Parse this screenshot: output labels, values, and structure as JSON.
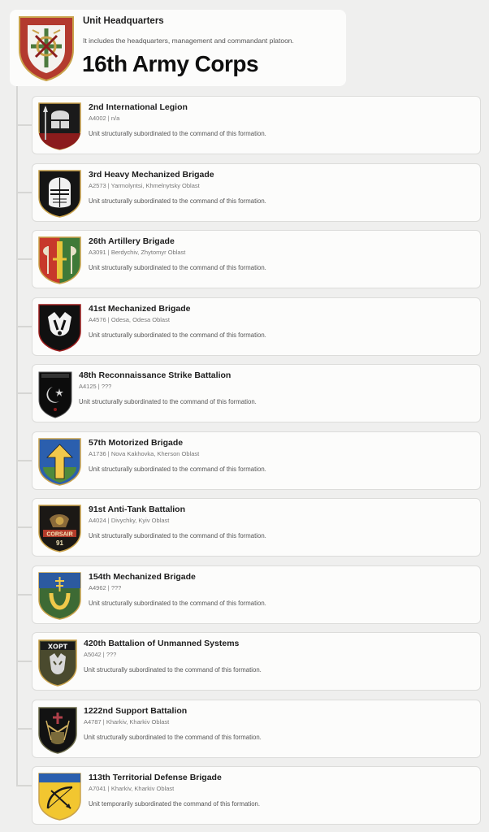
{
  "hq": {
    "label": "Unit Headquarters",
    "description": "It includes the headquarters, management and commandant platoon.",
    "title": "16th Army Corps",
    "emblem_icon": "corps-emblem-red-white-shield"
  },
  "units": [
    {
      "name": "2nd International Legion",
      "code": "A4002",
      "location": "n/a",
      "note": "Unit structurally subordinated to the command of this formation.",
      "icon": "knight-helmet-spear-icon"
    },
    {
      "name": "3rd Heavy Mechanized Brigade",
      "code": "A2573",
      "location": "Yarmolyntsi, Khmelnytsky Oblast",
      "note": "Unit structurally subordinated to the command of this formation.",
      "icon": "knight-helmet-icon"
    },
    {
      "name": "26th Artillery Brigade",
      "code": "A3091",
      "location": "Berdychiv, Zhytomyr Oblast",
      "note": "Unit structurally subordinated to the command of this formation.",
      "icon": "artillery-axes-icon"
    },
    {
      "name": "41st Mechanized Brigade",
      "code": "A4576",
      "location": "Odesa, Odesa Oblast",
      "note": "Unit structurally subordinated to the command of this formation.",
      "icon": "badger-head-icon"
    },
    {
      "name": "48th Reconnaissance Strike Battalion",
      "code": "A4125",
      "location": "???",
      "note": "Unit structurally subordinated to the command of this formation.",
      "icon": "moon-star-patch-icon"
    },
    {
      "name": "57th Motorized Brigade",
      "code": "A1736",
      "location": "Nova Kakhovka, Kherson Oblast",
      "note": "Unit structurally subordinated to the command of this formation.",
      "icon": "yellow-arrow-icon"
    },
    {
      "name": "91st Anti-Tank Battalion",
      "code": "A4024",
      "location": "Divychky, Kyiv Oblast",
      "note": "Unit structurally subordinated to the command of this formation.",
      "icon": "corsair-patch-icon",
      "patch_text": "CORSAIR",
      "patch_number": "91"
    },
    {
      "name": "154th Mechanized Brigade",
      "code": "A4962",
      "location": "???",
      "note": "Unit structurally subordinated to the command of this formation.",
      "icon": "horseshoe-cross-icon"
    },
    {
      "name": "420th Battalion of Unmanned Systems",
      "code": "A5042",
      "location": "???",
      "note": "Unit structurally subordinated to the command of this formation.",
      "icon": "wolf-head-patch-icon",
      "patch_text": "ХОРТ"
    },
    {
      "name": "1222nd Support Battalion",
      "code": "A4787",
      "location": "Kharkiv, Kharkiv Oblast",
      "note": "Unit structurally subordinated to the command of this formation.",
      "icon": "support-crest-icon"
    },
    {
      "name": "113th Territorial Defense Brigade",
      "code": "A7041",
      "location": "Kharkiv, Kharkiv Oblast",
      "note": "Unit temporarily subordinated the command of this formation.",
      "icon": "bow-arrow-shield-icon"
    }
  ],
  "meta_separator": " | ",
  "colors": {
    "background": "#efefee",
    "card": "#fcfcfb",
    "card_border": "#dcdcda",
    "tree_line": "#d6d6d4"
  }
}
